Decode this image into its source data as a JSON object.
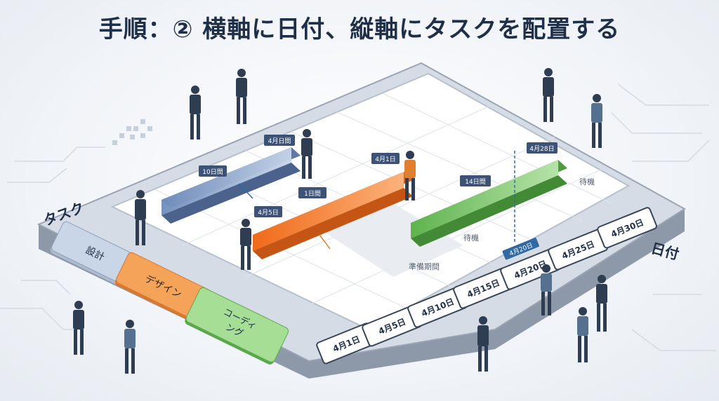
{
  "title": "手順：② 横軸に日付、縦軸にタスクを配置する",
  "axis": {
    "tasks_label": "タスク",
    "dates_label": "日付"
  },
  "tasks": [
    {
      "label": "設計",
      "color": "#c9d6e8"
    },
    {
      "label": "デザイン",
      "color": "#f6a35a"
    },
    {
      "label_line1": "コーディ",
      "label_line2": "ング",
      "color": "#8fd07f"
    }
  ],
  "dates": [
    "4月1日",
    "4月5日",
    "4月10日",
    "4月15日",
    "4月20日",
    "4月25日",
    "4月30日"
  ],
  "bars": [
    {
      "duration": "10日間",
      "start_tag": "",
      "end_tag": "4月日間",
      "color": "#8aa3c8"
    },
    {
      "duration": "1日間",
      "start_tag": "4月5日",
      "end_tag": "4月1日",
      "color": "#f58a3a"
    },
    {
      "duration": "14日間",
      "start_tag": "",
      "end_tag": "4月28日",
      "color": "#7cc46a"
    }
  ],
  "notes": {
    "wait_1": "待機",
    "wait_2": "待機",
    "prep": "準備期間",
    "marker": "4月20日"
  }
}
